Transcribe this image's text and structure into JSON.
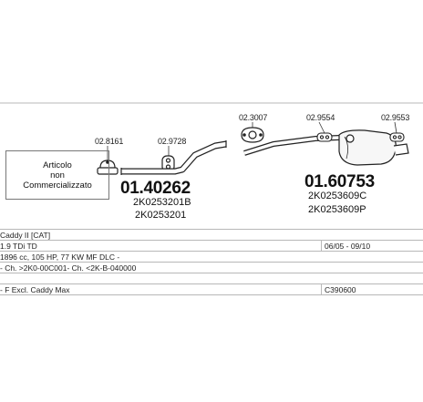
{
  "diagram": {
    "note": {
      "line1": "Articolo",
      "line2": "non",
      "line3": "Commercializzato"
    },
    "small_parts": [
      {
        "id": "clamp-1",
        "label": "02.8161"
      },
      {
        "id": "hanger-1",
        "label": "02.9728"
      },
      {
        "id": "gasket",
        "label": "02.3007"
      },
      {
        "id": "hanger-2",
        "label": "02.9554"
      },
      {
        "id": "hanger-3",
        "label": "02.9553"
      }
    ],
    "main_parts": [
      {
        "id": "center-pipe",
        "number": "01.40262",
        "oem": [
          "2K0253201B",
          "2K0253201"
        ]
      },
      {
        "id": "rear-silencer",
        "number": "01.60753",
        "oem": [
          "2K0253609C",
          "2K0253609P"
        ]
      }
    ]
  },
  "info": {
    "model": "Caddy II [CAT]",
    "engine": "1.9 TDi TD",
    "dates": "06/05 - 09/10",
    "spec": "1896 cc, 105 HP, 77 KW MF DLC -",
    "chassis": "- Ch. >2K0-00C001- Ch. <2K-B-040000",
    "variant": "- F Excl. Caddy Max",
    "code": "C390600"
  }
}
